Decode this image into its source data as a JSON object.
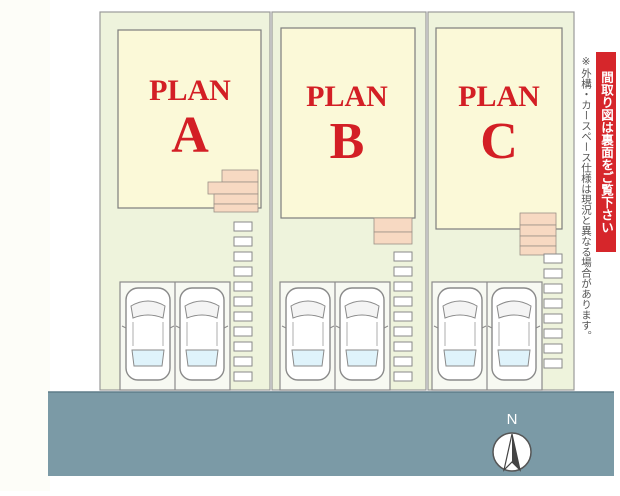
{
  "plans": [
    {
      "id": "A",
      "label_line1": "PLAN",
      "label_line2": "A"
    },
    {
      "id": "B",
      "label_line1": "PLAN",
      "label_line2": "B"
    },
    {
      "id": "C",
      "label_line1": "PLAN",
      "label_line2": "C"
    }
  ],
  "compass": {
    "label": "N",
    "icon": "north-arrow-icon"
  },
  "notes": {
    "red_label": "間取り図は裏面をご覧下さい",
    "gray_note": "※外構・カースペース仕様は現況と異なる場合があります。"
  },
  "colors": {
    "lot_fill": "#eef3dc",
    "house_fill": "#fbf9d8",
    "plan_text": "#d31f25",
    "road": "#7b9aa6",
    "stair_fill": "#f7d9c2",
    "note_red": "#d6262b"
  }
}
